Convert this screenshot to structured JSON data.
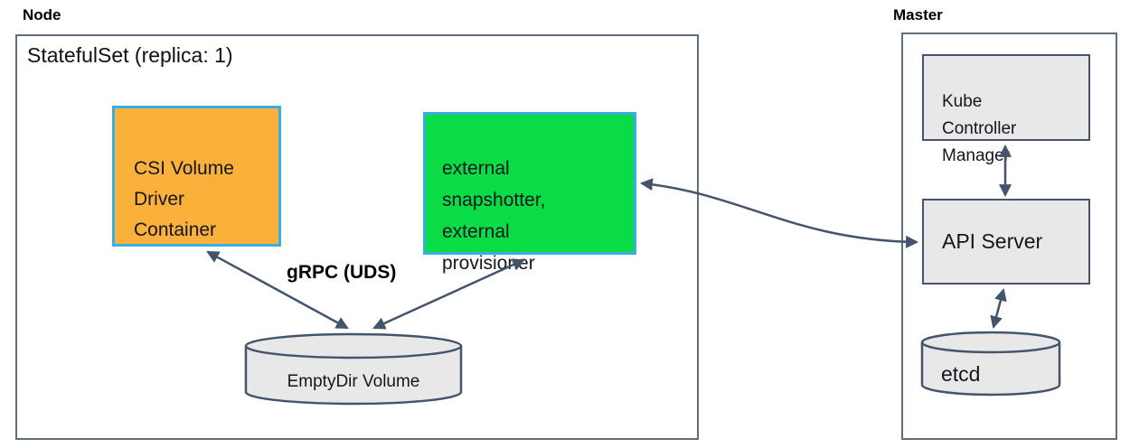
{
  "node": {
    "title": "Node",
    "statefulset_label": "StatefulSet (replica: 1)",
    "csi_driver_container": {
      "label": "CSI Volume\nDriver\nContainer"
    },
    "sidecar_container": {
      "label": "external\nsnapshotter,\nexternal\nprovisioner"
    },
    "emptydir_volume": {
      "label": "EmptyDir Volume"
    },
    "grpc_arrow_label": "gRPC (UDS)"
  },
  "master": {
    "title": "Master",
    "kube_controller_manager": {
      "label": "Kube\nController\nManager"
    },
    "api_server": {
      "label": "API Server"
    },
    "etcd": {
      "label": "etcd"
    }
  },
  "colors": {
    "csi_box_fill": "#fbb03c",
    "sidecar_box_fill": "#09dc45",
    "container_border": "#35afe4",
    "component_fill": "#e9e8e8",
    "component_border": "#44546a",
    "outer_border": "#5f6e7e",
    "arrow": "#44546a"
  }
}
